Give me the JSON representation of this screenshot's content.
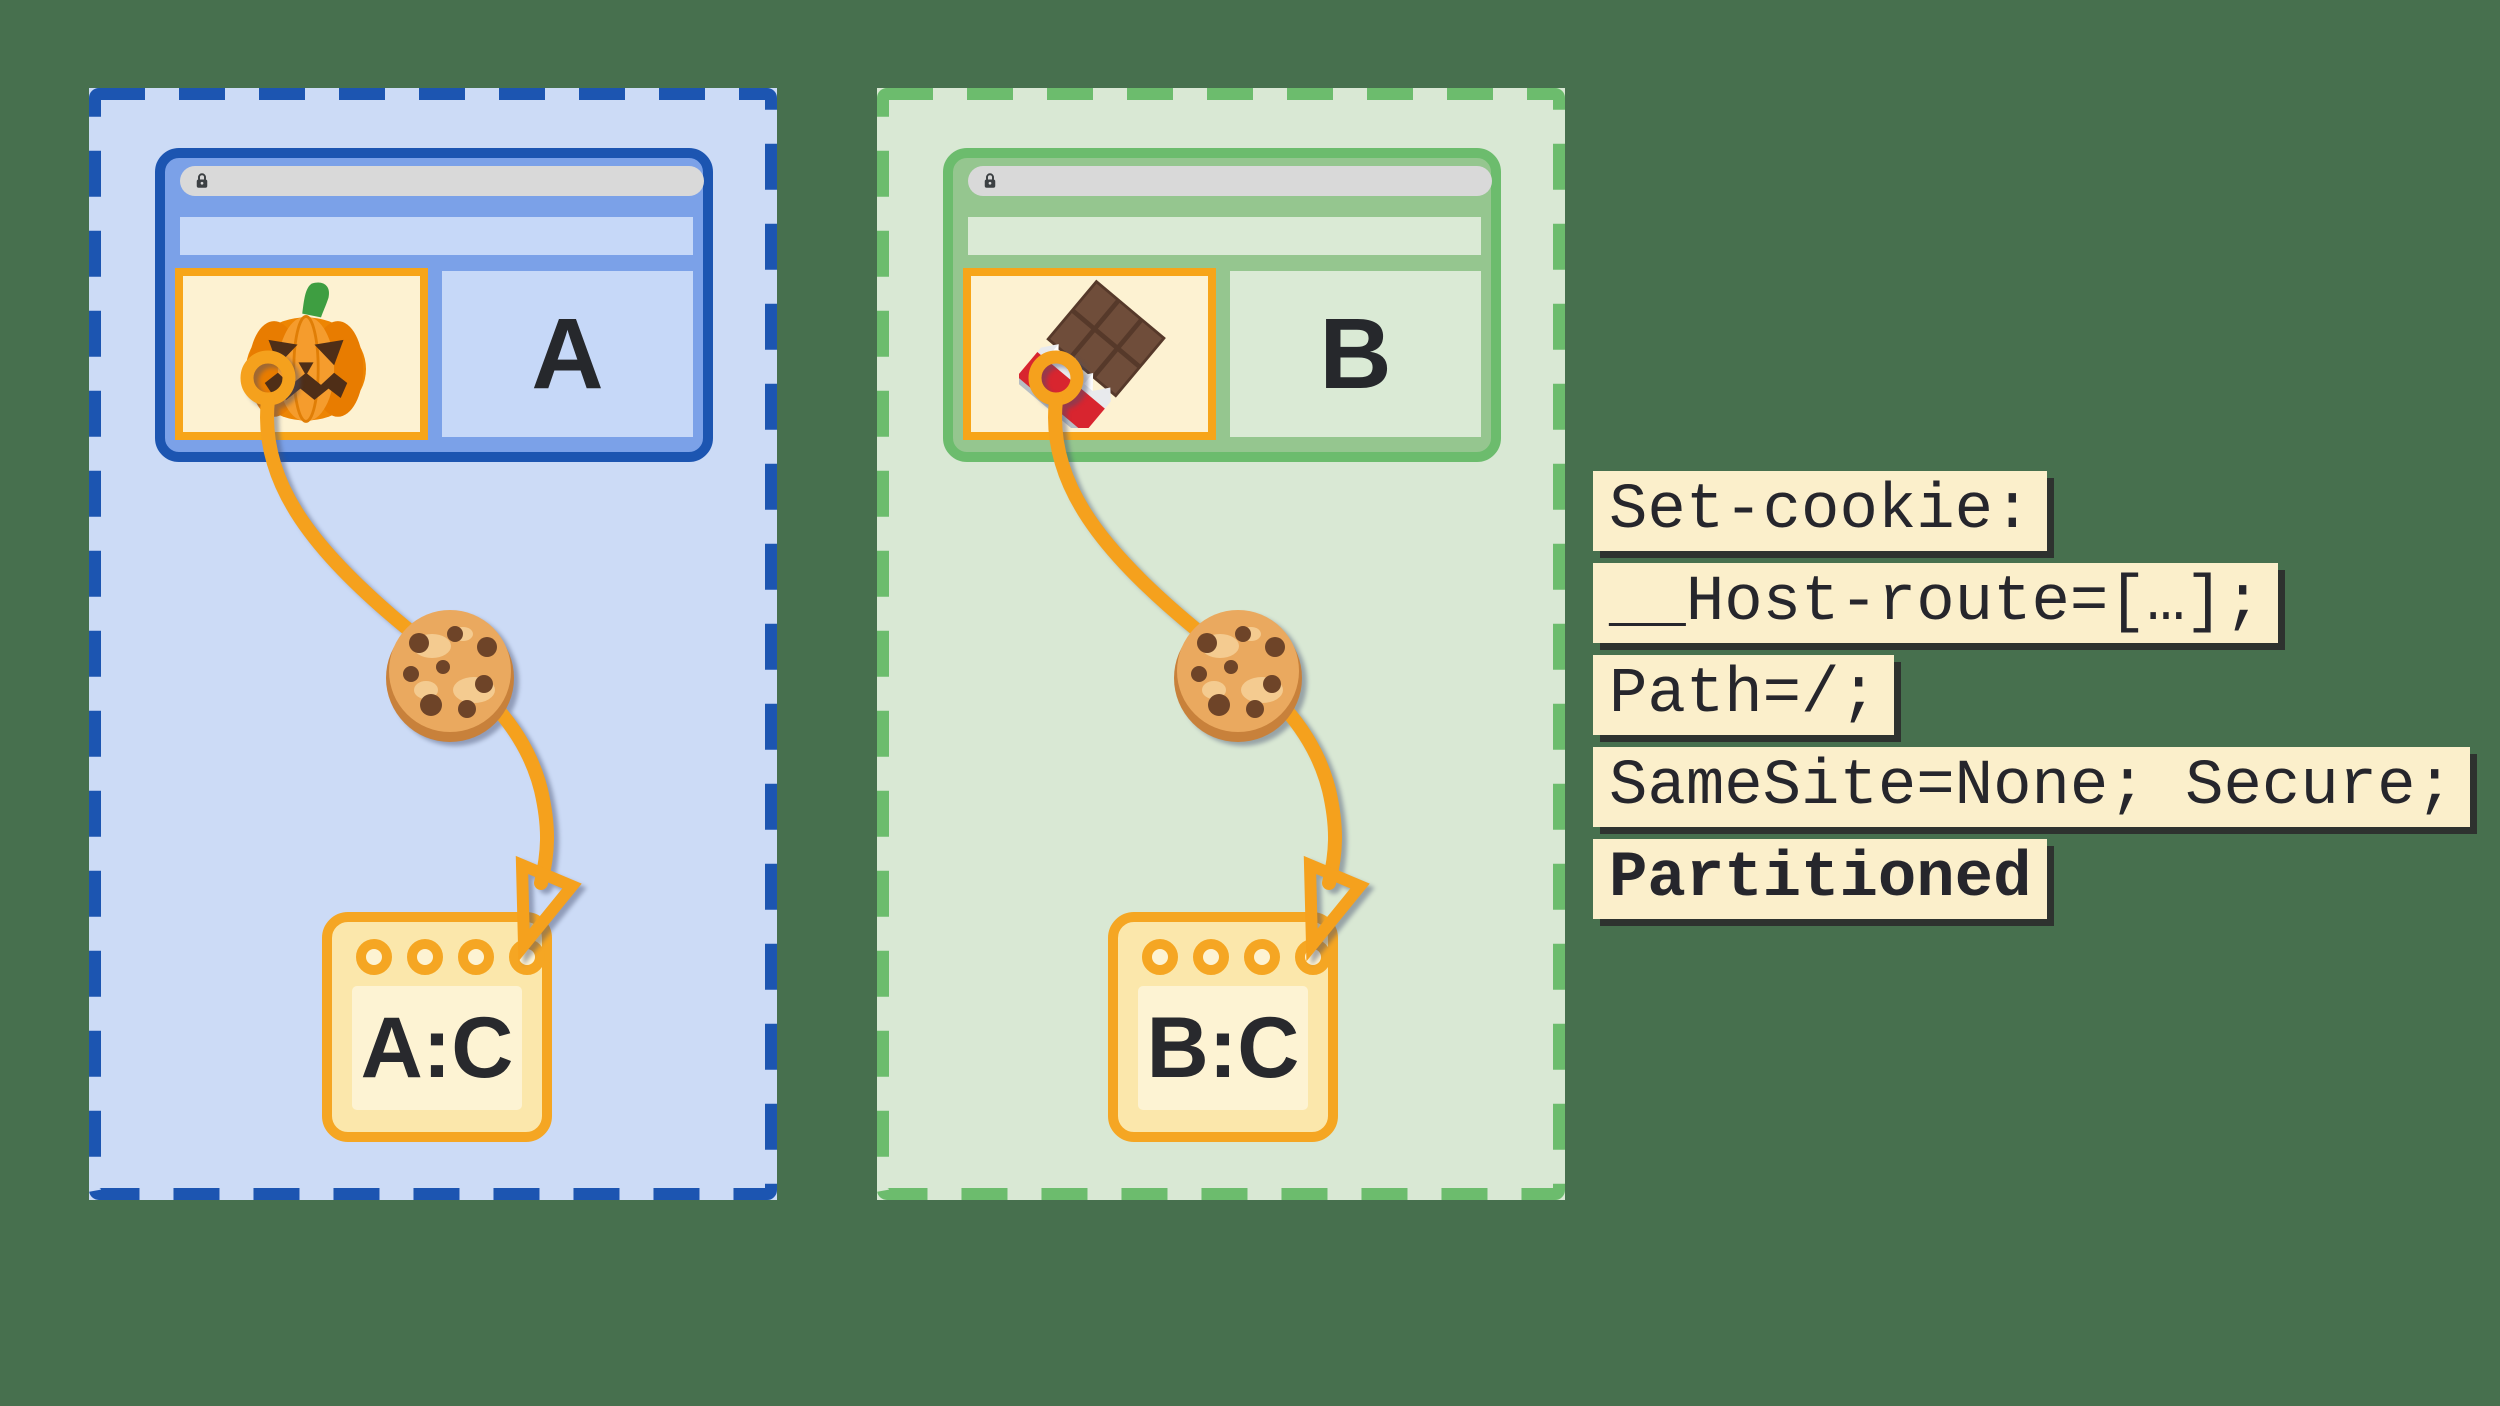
{
  "diagram": {
    "title_hint": "CHIPS partitioned cookies diagram",
    "background_color": "#47704E",
    "thread_color": "#F5A11D",
    "jar_border_color": "#F5A623",
    "partitions": [
      {
        "name": "site-a-partition",
        "site_label": "A",
        "jar_label": "A:C",
        "embed_icon": "jack-o-lantern-icon",
        "cookie_icon": "cookie-icon",
        "lock_icon": "lock-icon",
        "dash_color": "#1C55B1",
        "fill_color": "#CCDBF6",
        "browser_fill": "#7BA1E8",
        "panel_fill": "#C6D8F8"
      },
      {
        "name": "site-b-partition",
        "site_label": "B",
        "jar_label": "B:C",
        "embed_icon": "chocolate-bar-icon",
        "cookie_icon": "cookie-icon",
        "lock_icon": "lock-icon",
        "dash_color": "#6CBC6D",
        "fill_color": "#D9E8D4",
        "browser_fill": "#95C68F",
        "panel_fill": "#DAEAD5"
      }
    ],
    "code_block": {
      "highlight_color": "#FBEFCB",
      "text_color": "#26262C",
      "lines": [
        {
          "text": "Set-cookie:",
          "bold": false
        },
        {
          "text": "__Host-route=[…];",
          "bold": false
        },
        {
          "text": "Path=/;",
          "bold": false
        },
        {
          "text": "SameSite=None; Secure;",
          "bold": false
        },
        {
          "text": "Partitioned",
          "bold": true
        }
      ]
    }
  }
}
